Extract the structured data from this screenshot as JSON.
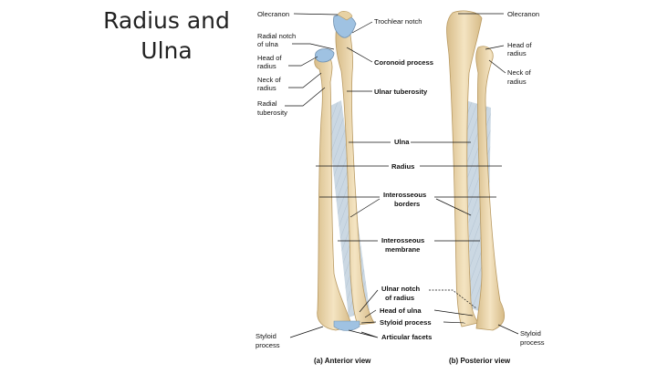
{
  "slide": {
    "title_line1": "Radius and",
    "title_line2": "Ulna"
  },
  "figure": {
    "anterior_labels": {
      "olecranon": "Olecranon",
      "radial_notch": [
        "Radial notch",
        "of ulna"
      ],
      "head_of_radius": [
        "Head of",
        "radius"
      ],
      "neck_of_radius": [
        "Neck of",
        "radius"
      ],
      "radial_tuberosity": [
        "Radial",
        "tuberosity"
      ],
      "trochlear_notch": "Trochlear notch",
      "coronoid_process": "Coronoid process",
      "ulnar_tuberosity": "Ulnar tuberosity",
      "styloid_process": [
        "Styloid",
        "process"
      ]
    },
    "center_labels": {
      "ulna": "Ulna",
      "radius": "Radius",
      "interosseous_borders": [
        "Interosseous",
        "borders"
      ],
      "interosseous_membrane": [
        "Interosseous",
        "membrane"
      ],
      "ulnar_notch": [
        "Ulnar notch",
        "of radius"
      ],
      "head_of_ulna": "Head of ulna",
      "styloid_process": "Styloid process",
      "articular_facets": "Articular facets"
    },
    "posterior_labels": {
      "olecranon": "Olecranon",
      "head_of_radius": [
        "Head of",
        "radius"
      ],
      "neck_of_radius": [
        "Neck of",
        "radius"
      ],
      "styloid_process": [
        "Styloid",
        "process"
      ]
    },
    "captions": {
      "anterior": "(a) Anterior view",
      "posterior": "(b) Posterior view"
    },
    "colors": {
      "bone": "#f1dfb9",
      "bone_shade": "#d9bf8c",
      "membrane": "#c5d4e1",
      "cartilage": "#9fc2e2"
    }
  }
}
